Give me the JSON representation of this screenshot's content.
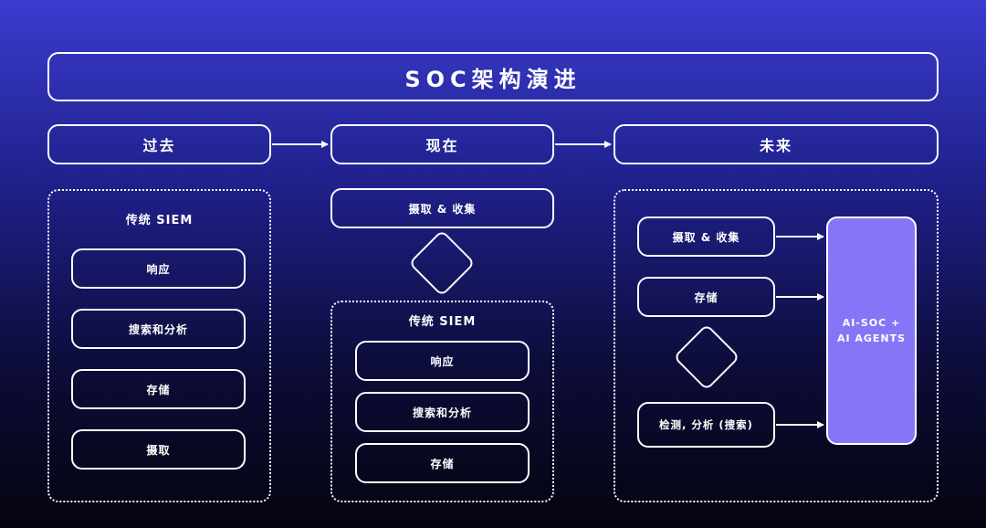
{
  "title": "SOC架构演进",
  "phases": {
    "past": "过去",
    "present": "现在",
    "future": "未来"
  },
  "past": {
    "group_title": "传统 SIEM",
    "items": [
      "响应",
      "搜索和分析",
      "存储",
      "摄取"
    ]
  },
  "present": {
    "top": "摄取 & 收集",
    "group_title": "传统 SIEM",
    "items": [
      "响应",
      "搜索和分析",
      "存储"
    ]
  },
  "future": {
    "items": [
      "摄取 & 收集",
      "存储",
      "检测, 分析 (搜索)"
    ],
    "ai_box_line1": "AI-SOC +",
    "ai_box_line2": "AI AGENTS"
  },
  "colors": {
    "background_top": "#3b3ccf",
    "background_bottom": "#04040f",
    "ai_box_fill": "#8775f7",
    "stroke": "#ffffff"
  }
}
